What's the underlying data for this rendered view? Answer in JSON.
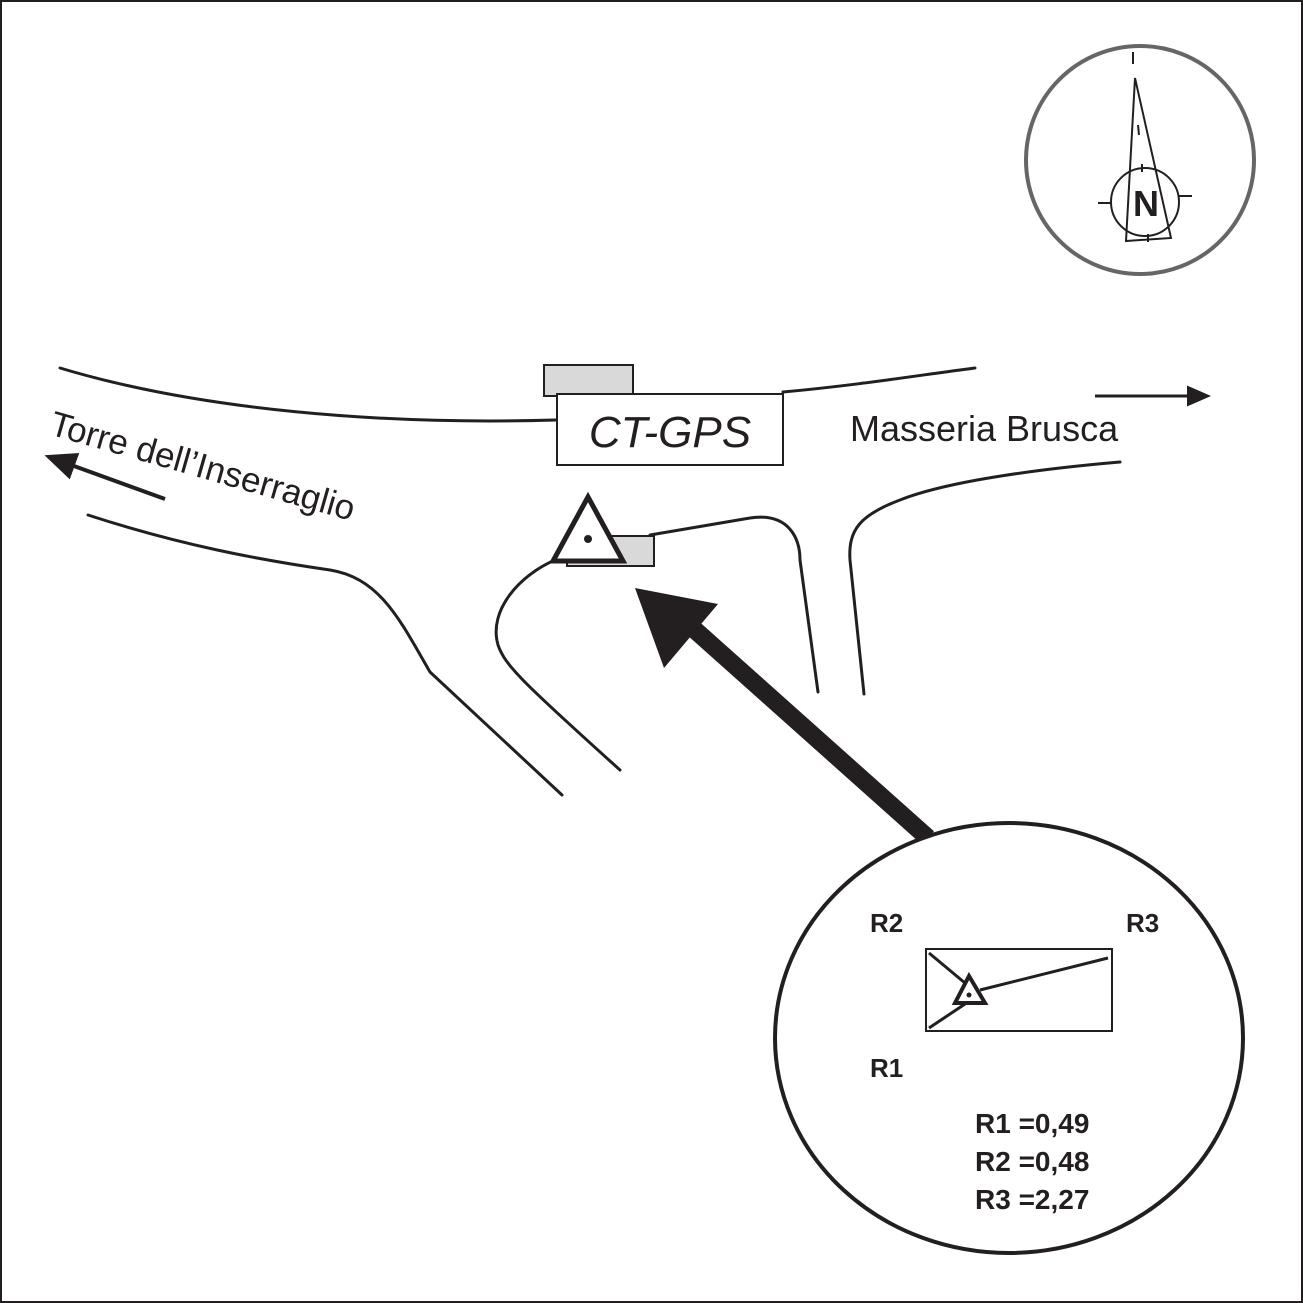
{
  "map": {
    "station_label": "CT-GPS",
    "destinations": [
      {
        "name": "Torre dell’Inserraglio",
        "direction": "west"
      },
      {
        "name": "Masseria Brusca",
        "direction": "east"
      }
    ],
    "compass": {
      "label": "N",
      "icon": "north-arrow-icon"
    },
    "inset": {
      "reference_labels": [
        "R1",
        "R2",
        "R3"
      ],
      "measurements": [
        {
          "label": "R1",
          "text": "R1 =0,49",
          "value": 0.49
        },
        {
          "label": "R2",
          "text": "R2 =0,48",
          "value": 0.48
        },
        {
          "label": "R3",
          "text": "R3 =2,27",
          "value": 2.27
        }
      ]
    },
    "colors": {
      "ink": "#231f20",
      "building_fill": "#d9d9d9",
      "compass_ring": "#666666"
    }
  }
}
